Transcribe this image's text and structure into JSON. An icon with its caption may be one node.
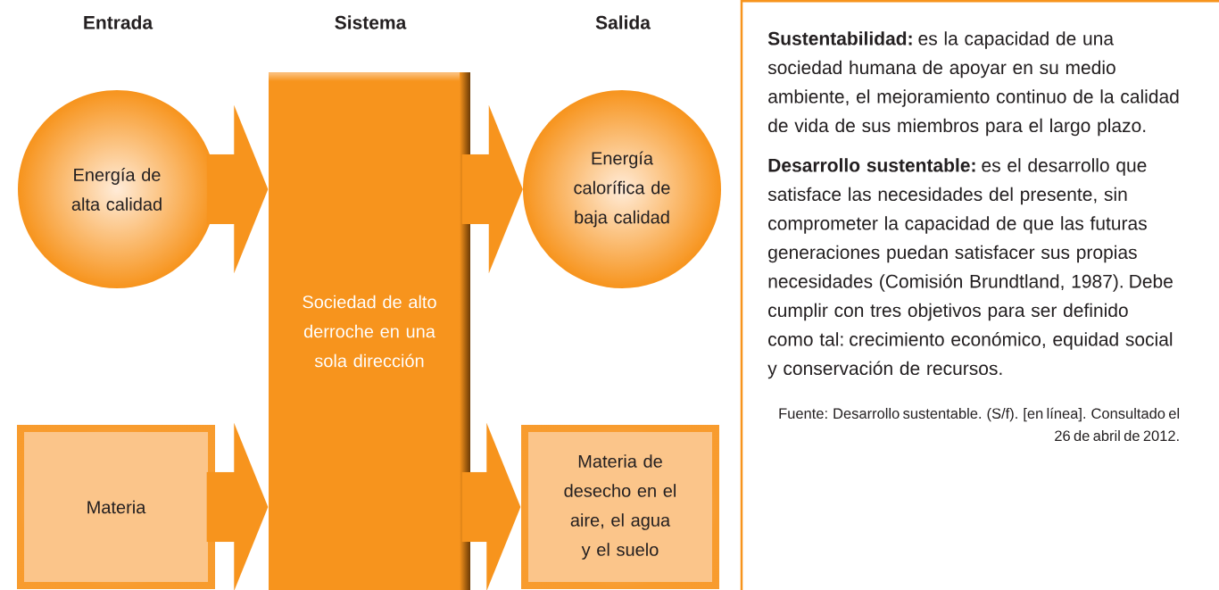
{
  "diagram": {
    "nodes": [
      {
        "text": [
          "Energía de alta calidad"
        ]
      },
      {
        "text": [
          "Materia"
        ]
      },
      {
        "text": [
          "Sociedad de alto derroche en una sola dirección"
        ]
      },
      {
        "text": [
          "Energía calorífica de baja calidad"
        ]
      },
      {
        "text": [
          "Materia de desecho en el aire, el agua y el suelo"
        ]
      },
      {
        "text": [
          "**Sustentabilidad:** es la capacidad de una sociedad humana de apoyar en su medio ambiente, el mejoramiento continuo de la calidad de vida de sus miembros para el largo plazo.",
          "**Desarrollo sustentable:** es el desarrollo que satisface las necesidades del presente, sin comprometer la capacidad de que las futuras generaciones puedan satisfacer sus propias necesidades (Comisión Brundtland, 1987). Debe cumplir con tres objetivos para ser definido como tal: crecimiento económico, equidad social y conservación de recursos.",
          "Fuente: Desarrollo sustentable. (S/f). [en línea]. Consultado el 26 de abril de 2012."
        ]
      }
    ],
    "edges": [
      {
        "from": 0,
        "to": 2,
        "arrow": "to"
      },
      {
        "from": 1,
        "to": 2,
        "arrow": "to"
      },
      {
        "from": 2,
        "to": 3,
        "arrow": "to"
      },
      {
        "from": 2,
        "to": 4,
        "arrow": "to"
      }
    ],
    "labels": [
      "Entrada",
      "Sistema",
      "Salida"
    ]
  }
}
